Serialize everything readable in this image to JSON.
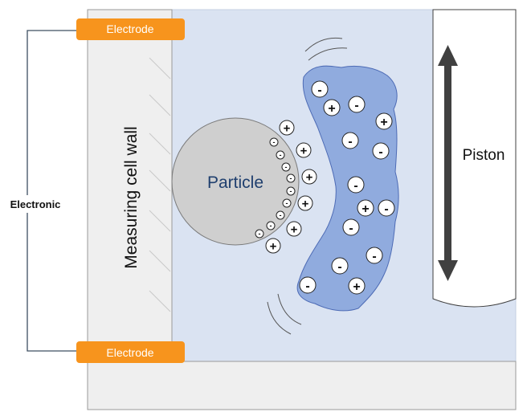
{
  "labels": {
    "electrode_top": "Electrode",
    "electrode_bottom": "Electrode",
    "electronic": "Electronic",
    "wall": "Measuring cell wall",
    "particle": "Particle",
    "piston": "Piston"
  },
  "symbols": {
    "plus": "+",
    "minus": "-"
  },
  "colors": {
    "electrode": "#f7941d",
    "liquid": "#dae3f2",
    "wall": "#efefef",
    "particle": "#cfcfcf",
    "cloud": "#7f9fd9",
    "arrow": "#404040",
    "wire": "#3d4f62"
  }
}
